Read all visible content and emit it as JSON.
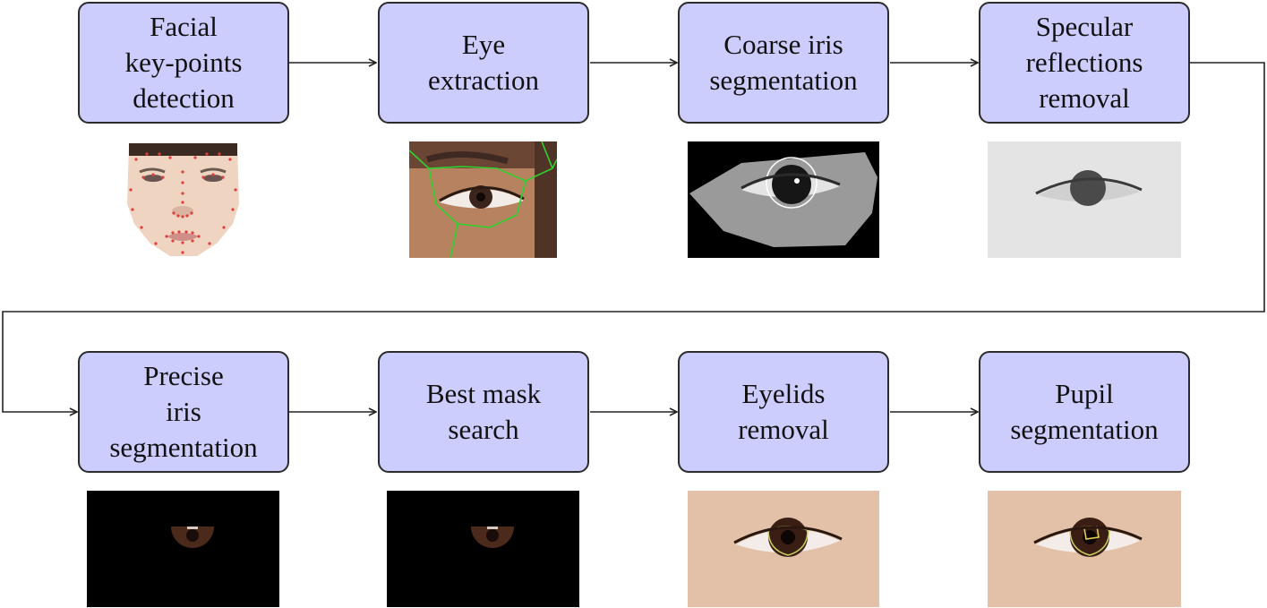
{
  "steps": [
    {
      "label": "Facial\nkey-points\ndetection"
    },
    {
      "label": "Eye\nextraction"
    },
    {
      "label": "Coarse iris\nsegmentation"
    },
    {
      "label": "Specular\nreflections\nremoval"
    },
    {
      "label": "Precise\niris\nsegmentation"
    },
    {
      "label": "Best mask\nsearch"
    },
    {
      "label": "Eyelids\nremoval"
    },
    {
      "label": "Pupil\nsegmentation"
    }
  ],
  "images": [
    {
      "icon": "face-keypoints-photo"
    },
    {
      "icon": "eye-region-photo"
    },
    {
      "icon": "coarse-iris-grayscale-photo"
    },
    {
      "icon": "reflection-removed-grayscale-photo"
    },
    {
      "icon": "precise-iris-mask-photo"
    },
    {
      "icon": "best-mask-photo"
    },
    {
      "icon": "eyelids-removed-eye-photo"
    },
    {
      "icon": "pupil-segmented-eye-photo"
    }
  ],
  "colors": {
    "box_fill": "#ccccfd",
    "box_border": "#2b2b2b",
    "keypoint": "#e0403a",
    "contour": "#2fd12f"
  }
}
